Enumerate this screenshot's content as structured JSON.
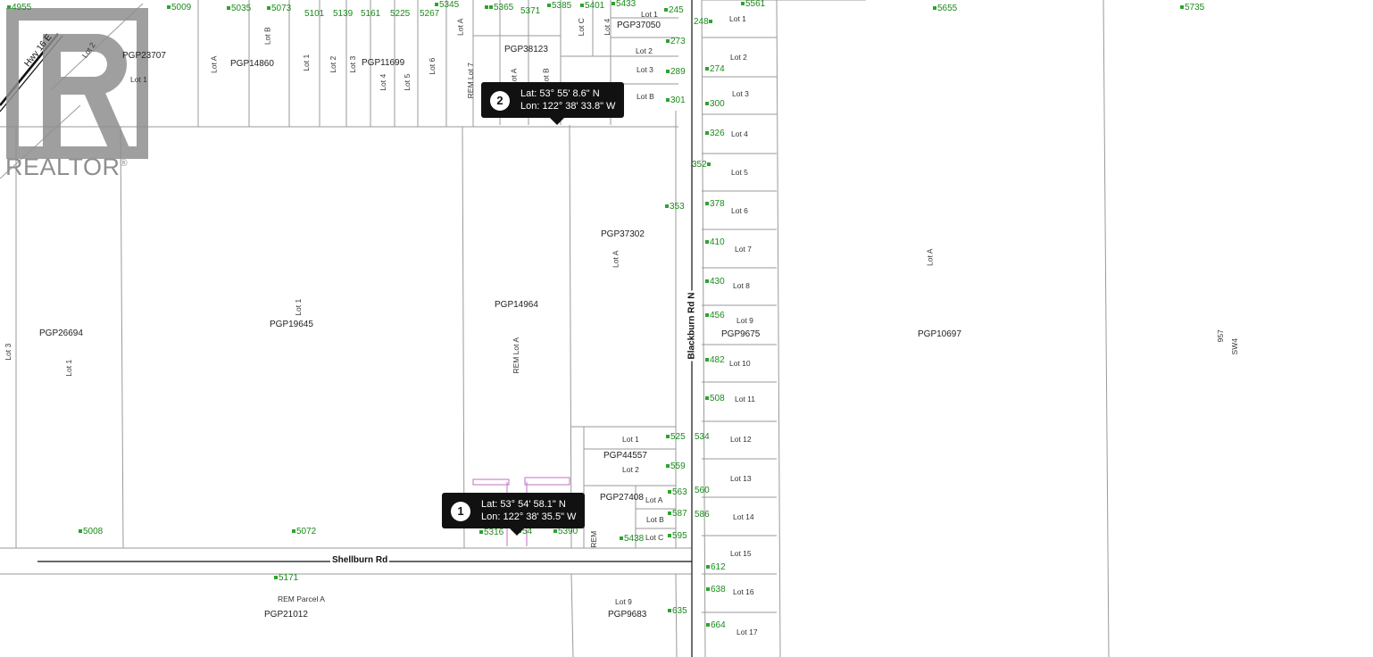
{
  "brand": {
    "wordmark": "REALTOR",
    "registered": "®",
    "logo_icon": "realtor-r-logo"
  },
  "roads": {
    "shellburn": "Shellburn Rd",
    "blackburn": "Blackburn Rd N",
    "highway": "Hwy 16 E"
  },
  "pins": [
    {
      "number": "1",
      "lat": "Lat: 53° 54' 58.1\" N",
      "lon": "Lon: 122° 38' 35.5\" W"
    },
    {
      "number": "2",
      "lat": "Lat: 53° 55' 8.6\" N",
      "lon": "Lon: 122° 38' 33.8\" W"
    }
  ],
  "plans": {
    "p23707": "PGP23707",
    "p14860": "PGP14860",
    "p11699": "PGP11699",
    "p38123": "PGP38123",
    "p37050": "PGP37050",
    "p37302": "PGP37302",
    "p14964": "PGP14964",
    "p19645": "PGP19645",
    "p26694": "PGP26694",
    "p44557": "PGP44557",
    "p27408": "PGP27408",
    "p9675": "PGP9675",
    "p10697": "PGP10697",
    "p21012": "PGP21012",
    "p9683": "PGP9683"
  },
  "lots": {
    "lot1": "Lot 1",
    "lot2": "Lot 2",
    "lot3": "Lot 3",
    "lot4": "Lot 4",
    "lot5": "Lot 5",
    "lot6": "Lot 6",
    "lot7": "Lot 7",
    "lot8": "Lot 8",
    "lot9": "Lot 9",
    "lot10": "Lot 10",
    "lot11": "Lot 11",
    "lot12": "Lot 12",
    "lot13": "Lot 13",
    "lot14": "Lot 14",
    "lot15": "Lot 15",
    "lot16": "Lot 16",
    "lot17": "Lot 17",
    "lotA": "Lot A",
    "lotB": "Lot B",
    "lotC": "Lot C",
    "remLot7": "REM Lot 7",
    "remLotA": "REM Lot A",
    "remParcelA": "REM Parcel A",
    "rem": "REM",
    "sw": "SW4",
    "n957": "957"
  },
  "addresses": {
    "a4955": "4955",
    "a5009": "5009",
    "a5035": "5035",
    "a5073": "5073",
    "a5101": "5101",
    "a5139": "5139",
    "a5161": "5161",
    "a5225": "5225",
    "a5267": "5267",
    "a5345": "5345",
    "a5365": "5365",
    "a5371": "5371",
    "a5385": "5385",
    "a5401": "5401",
    "a5433": "5433",
    "a245": "245",
    "a5561": "5561",
    "a5655": "5655",
    "a5735": "5735",
    "a248": "248",
    "a273": "273",
    "a274": "274",
    "a289": "289",
    "a300": "300",
    "a301": "301",
    "a326": "326",
    "a352": "352",
    "a353": "353",
    "a378": "378",
    "a410": "410",
    "a430": "430",
    "a456": "456",
    "a482": "482",
    "a508": "508",
    "a525": "525",
    "a534": "534",
    "a559": "559",
    "a560": "560",
    "a563": "563",
    "a586": "586",
    "a587": "587",
    "a595": "595",
    "a612": "612",
    "a638": "638",
    "a664": "664",
    "a635": "635",
    "a5438": "5438",
    "a5390": "5390",
    "a5316": "5316",
    "a54": "54",
    "a5008": "5008",
    "a5072": "5072",
    "a5171": "5171"
  }
}
